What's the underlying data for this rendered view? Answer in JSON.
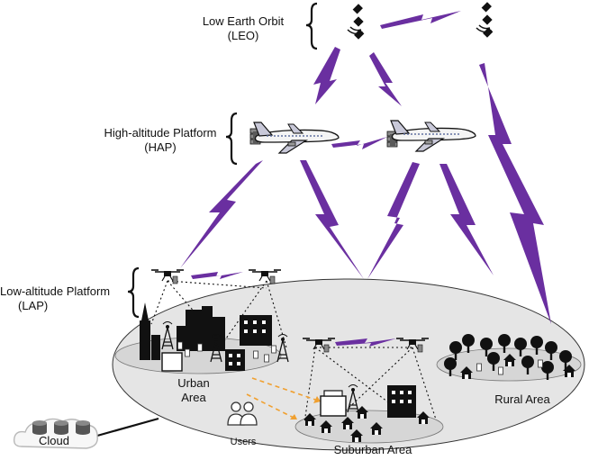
{
  "tiers": {
    "leo": {
      "title": "Low Earth Orbit",
      "abbr": "(LEO)"
    },
    "hap": {
      "title": "High-altitude Platform",
      "abbr": "(HAP)"
    },
    "lap": {
      "title": "Low-altitude Platform",
      "abbr": "(LAP)"
    }
  },
  "areas": {
    "urban_line1": "Urban",
    "urban_line2": "Area",
    "suburban": "Suburban Area",
    "rural": "Rural Area"
  },
  "users_label": "Users",
  "cloud_label": "Cloud",
  "colors": {
    "link": "#6a2fa0",
    "ground": "#e5e5e5",
    "access": "#f0a030",
    "ink": "#111111"
  }
}
